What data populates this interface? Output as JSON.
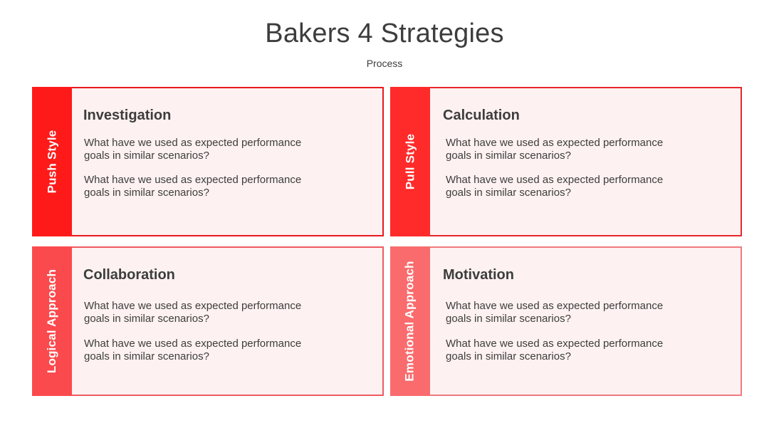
{
  "title": "Bakers 4 Strategies",
  "subtitle": "Process",
  "colors": {
    "push": "#ff1a1a",
    "pull": "#ff2a2a",
    "logical": "#fb4a4d",
    "emotional": "#f96b6d",
    "card_bg": "#fdf1f1"
  },
  "cards": [
    {
      "side_label": "Push Style",
      "heading": "Investigation",
      "paragraphs": [
        "What have we used as expected performance goals in similar scenarios?",
        "What have we used as expected performance goals in similar scenarios?"
      ]
    },
    {
      "side_label": "Pull Style",
      "heading": "Calculation",
      "paragraphs": [
        "What have we used as expected performance goals in similar scenarios?",
        "What have we used as expected performance goals in similar scenarios?"
      ]
    },
    {
      "side_label": "Logical Approach",
      "heading": "Collaboration",
      "paragraphs": [
        "What have we used as expected performance goals in similar scenarios?",
        "What have we used as expected performance goals in similar scenarios?"
      ]
    },
    {
      "side_label": "Emotional Approach",
      "heading": "Motivation",
      "paragraphs": [
        "What have we used as expected performance goals in similar scenarios?",
        "What have we used as expected performance goals in similar scenarios?"
      ]
    }
  ]
}
